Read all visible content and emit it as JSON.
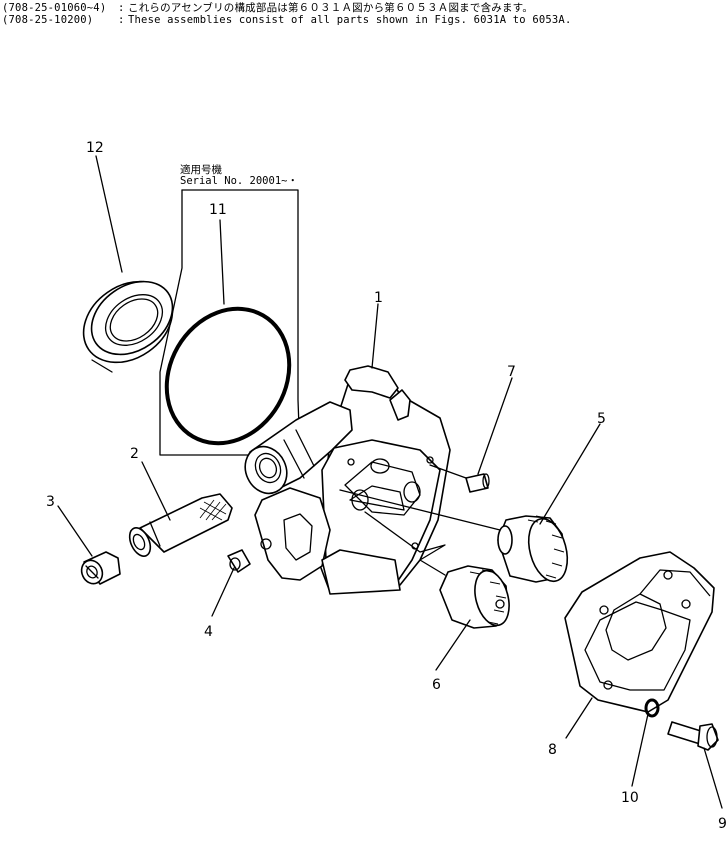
{
  "header": {
    "lines": [
      {
        "code": "(708-25-01060~4)",
        "sep": ":",
        "text": "これらのアセンブリの構成部品は第６０３１Ａ図から第６０５３Ａ図まで含みます。"
      },
      {
        "code": "(708-25-10200)",
        "sep": ":",
        "text": "These assemblies consist of all parts shown in Figs. 6031A to 6053A."
      }
    ]
  },
  "serial_note": {
    "jp": "適用号機",
    "en": "Serial No. 20001~・"
  },
  "callouts": [
    "1",
    "2",
    "3",
    "4",
    "5",
    "6",
    "7",
    "8",
    "9",
    "10",
    "11",
    "12"
  ]
}
